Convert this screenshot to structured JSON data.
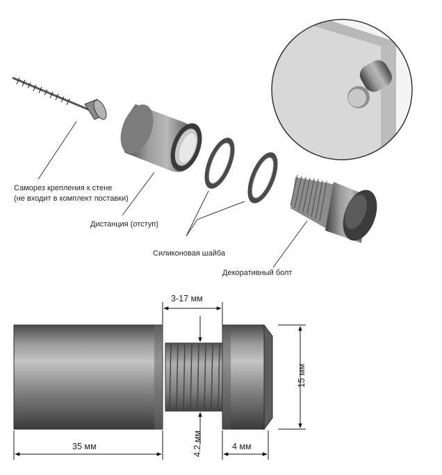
{
  "labels": {
    "screw": "Саморез крепления к стене",
    "screw_note": "(не входит в комплект поставки)",
    "spacer": "Дистанция (отступ)",
    "washer": "Силиконовая шайба",
    "bolt": "Декоративный болт"
  },
  "dimensions": {
    "gap": "3-17 мм",
    "height": "15 мм",
    "body_length": "35 мм",
    "thread": "4.2 мм",
    "head": "4 мм"
  }
}
